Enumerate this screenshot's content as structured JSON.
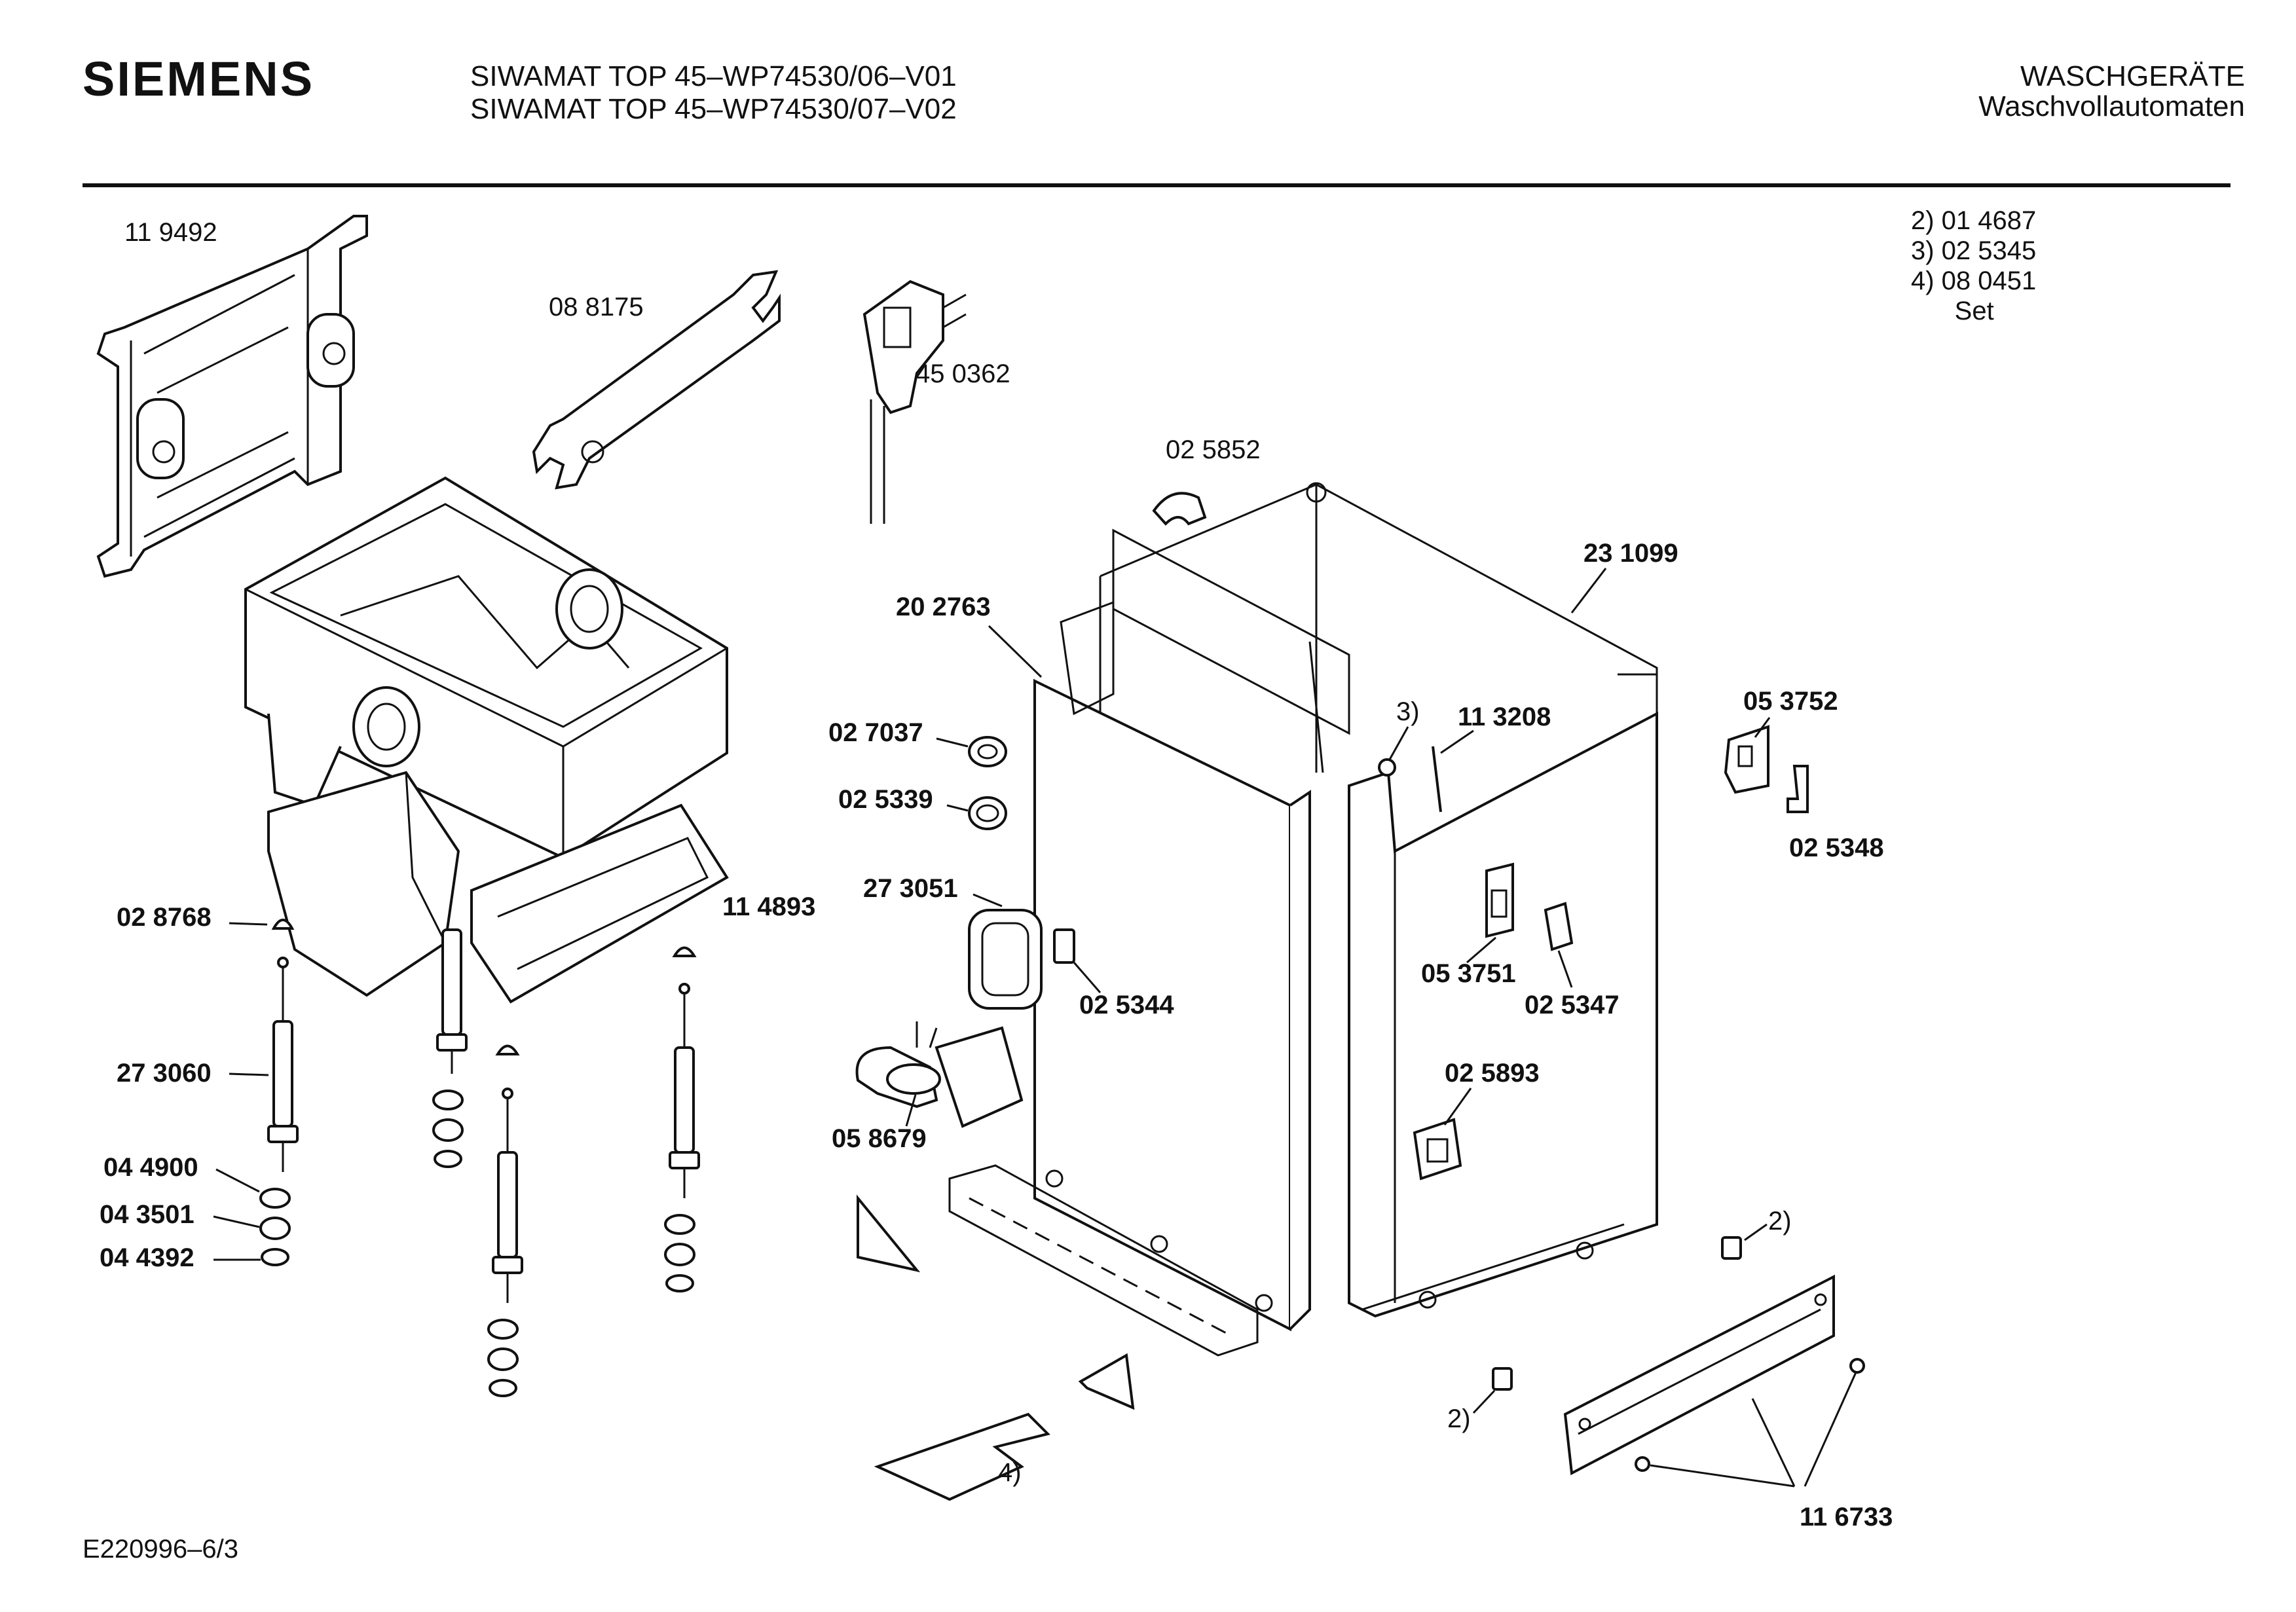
{
  "header": {
    "brand": "SIEMENS",
    "model_lines": [
      "SIWAMAT TOP 45–WP74530/06–V01",
      "SIWAMAT TOP 45–WP74530/07–V02"
    ],
    "category_lines": [
      "WASCHGERÄTE",
      "Waschvollautomaten"
    ]
  },
  "legend": {
    "lines": [
      "2)  01 4687",
      "3)  02 5345",
      "4)  08 0451",
      "      Set"
    ]
  },
  "part_labels": {
    "l119492": "11 9492",
    "l088175": "08 8175",
    "l450362": "45 0362",
    "l025852": "02 5852",
    "l231099": "23 1099",
    "l202763": "20 2763",
    "l027037": "02 7037",
    "l025339": "02 5339",
    "l028768": "02 8768",
    "l114893": "11 4893",
    "l273051": "27 3051",
    "l025344": "02 5344",
    "l273060": "27 3060",
    "l058679": "05 8679",
    "l044900": "04 4900",
    "l043501": "04 3501",
    "l044392": "04 4392",
    "l3": "3)",
    "l113208": "11 3208",
    "l053752": "05 3752",
    "l025348": "02 5348",
    "l053751": "05 3751",
    "l025347": "02 5347",
    "l025893": "02 5893",
    "l2a": "2)",
    "l2b": "2)",
    "l4": "4)",
    "l116733": "11 6733"
  },
  "footer": {
    "code": "E220996–6/3"
  }
}
